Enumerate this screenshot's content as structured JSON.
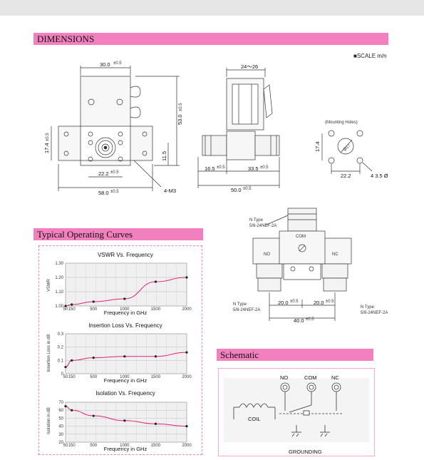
{
  "sections": {
    "dimensions": "DIMENSIONS",
    "curves": "Typical Operating Curves",
    "schematic": "Schematic"
  },
  "scale_note": "■SCALE m/n",
  "front_view": {
    "dim_top": "30.0",
    "dim_top_tol": "±0.5",
    "dim_right": "53.0",
    "dim_right_tol": "±0.5",
    "dim_left": "17.4",
    "dim_left_tol": "±0.5",
    "dim_115": "11.5",
    "dim_222": "22.2",
    "dim_222_tol": "±0.5",
    "dim_580": "58.0",
    "dim_580_tol": "±0.5",
    "thread": "4-M3"
  },
  "side_view": {
    "dim_top": "24～26",
    "dim_165": "16.5",
    "dim_165_tol": "±0.5",
    "dim_335": "33.5",
    "dim_335_tol": "±0.5",
    "dim_500": "50.0",
    "dim_500_tol": "±0.5"
  },
  "mount_view": {
    "title": "(Mounting Holes)",
    "dia": "Ø17",
    "dim_174": "17.4",
    "dim_222": "22.2",
    "holes": "4 3.5 Ø"
  },
  "connector_view": {
    "top_type": "N  Type",
    "top_thread": "5/8-24NEF-2A",
    "com": "COM",
    "no": "NO",
    "nc": "NC",
    "left_type": "N  Type",
    "left_thread": "5/8-24NEF-2A",
    "right_type": "N Type",
    "right_thread": "5/8-24NEF-2A",
    "dim_a": "20.0",
    "dim_a_tol": "±0.5",
    "dim_b": "20.0",
    "dim_b_tol": "±0.5",
    "dim_c": "40.0",
    "dim_c_tol": "±0.5"
  },
  "schematic": {
    "no": "NO",
    "com": "COM",
    "nc": "NC",
    "coil": "COIL",
    "grounding": "GROUNDING"
  },
  "chart_data": [
    {
      "type": "line",
      "title": "VSWR Vs. Frequency",
      "xlabel": "Frequency in GHz",
      "ylabel": "VSWR",
      "x": [
        50,
        150,
        500,
        1000,
        1500,
        2000
      ],
      "values": [
        1.0,
        1.01,
        1.03,
        1.05,
        1.17,
        1.2
      ],
      "xlim": [
        50,
        2000
      ],
      "ylim": [
        1.0,
        1.3
      ],
      "xticks": [
        "50",
        "150",
        "500",
        "1000",
        "1500",
        "2000"
      ],
      "yticks": [
        "1.00",
        "1.10",
        "1.20",
        "1.30"
      ],
      "grid": true
    },
    {
      "type": "line",
      "title": "Insertion Loss Vs. Frequency",
      "xlabel": "Frequency in GHz",
      "ylabel": "Insertion Loss in dB",
      "x": [
        50,
        150,
        500,
        1000,
        1500,
        2000
      ],
      "values": [
        0.05,
        0.1,
        0.12,
        0.13,
        0.13,
        0.16
      ],
      "xlim": [
        50,
        2000
      ],
      "ylim": [
        0,
        0.3
      ],
      "xticks": [
        "50",
        "150",
        "500",
        "1000",
        "1500",
        "2000"
      ],
      "yticks": [
        "0",
        "0.1",
        "0.2",
        "0.3"
      ],
      "grid": true
    },
    {
      "type": "line",
      "title": "Isolation Vs. Frequency",
      "xlabel": "Frequency in GHz",
      "ylabel": "Isolation in dB",
      "x": [
        50,
        150,
        500,
        1000,
        1500,
        2000
      ],
      "values": [
        65,
        60,
        53,
        47,
        43,
        40
      ],
      "xlim": [
        50,
        2000
      ],
      "ylim": [
        20,
        70
      ],
      "xticks": [
        "50",
        "150",
        "500",
        "1000",
        "1500",
        "2000"
      ],
      "yticks": [
        "20",
        "30",
        "40",
        "50",
        "60",
        "70"
      ],
      "grid": true
    }
  ]
}
